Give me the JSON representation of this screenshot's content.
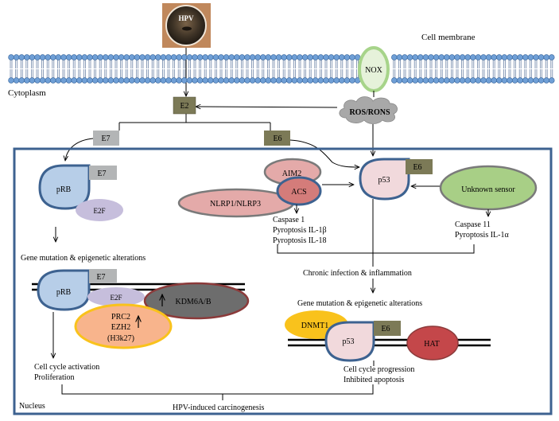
{
  "labels": {
    "hpv": "HPV",
    "cell_membrane": "Cell membrane",
    "cytoplasm": "Cytoplasm",
    "nox": "NOX",
    "e2": "E2",
    "ros_rons": "ROS/RONS",
    "e7": "E7",
    "e6": "E6",
    "prb": "pRB",
    "e2f": "E2F",
    "aim2": "AIM2",
    "acs": "ACS",
    "nlrp": "NLRP1/NLRP3",
    "p53": "p53",
    "unknown_sensor": "Unknown sensor",
    "caspase1": "Caspase 1",
    "pyroptosis_il1b": "Pyroptosis IL-1β",
    "pyroptosis_il18": "Pyroptosis IL-18",
    "caspase11": "Caspase 11",
    "pyroptosis_il1a": "Pyroptosis IL-1α",
    "gene_mutation": "Gene mutation & epigenetic alterations",
    "chronic": "Chronic infection & inflammation",
    "kdm6": "KDM6A/B",
    "prc2": "PRC2",
    "ezh2": "EZH2",
    "h3k27": "(H3k27)",
    "dnmt1": "DNMT1",
    "hat": "HAT",
    "cell_cycle_activation": "Cell cycle activation",
    "proliferation": "Proliferation",
    "cell_cycle_progression": "Cell cycle progression",
    "inhibited_apoptosis": "Inhibited apoptosis",
    "nucleus": "Nucleus",
    "carcinogenesis": "HPV-induced carcinogenesis"
  },
  "colors": {
    "nucleus_border": "#3d6290",
    "membrane_blue": "#6f9fd6",
    "viral_protein": "#7c7a57",
    "e7_box": "#b3b5b6",
    "prb_fill": "#b7cee8",
    "p53_fill": "#f1d9dc",
    "e2f_fill": "#c6bedc",
    "aim2_fill": "#e4aaa9",
    "acs_fill": "#d47c7a",
    "unknown_fill": "#a8cf86",
    "kdm_fill": "#6d6d6d",
    "prc2_fill": "#f8b48c",
    "dnmt1_fill": "#f9c21c",
    "hat_fill": "#c4474a",
    "ros_cloud": "#a8a8a8"
  }
}
